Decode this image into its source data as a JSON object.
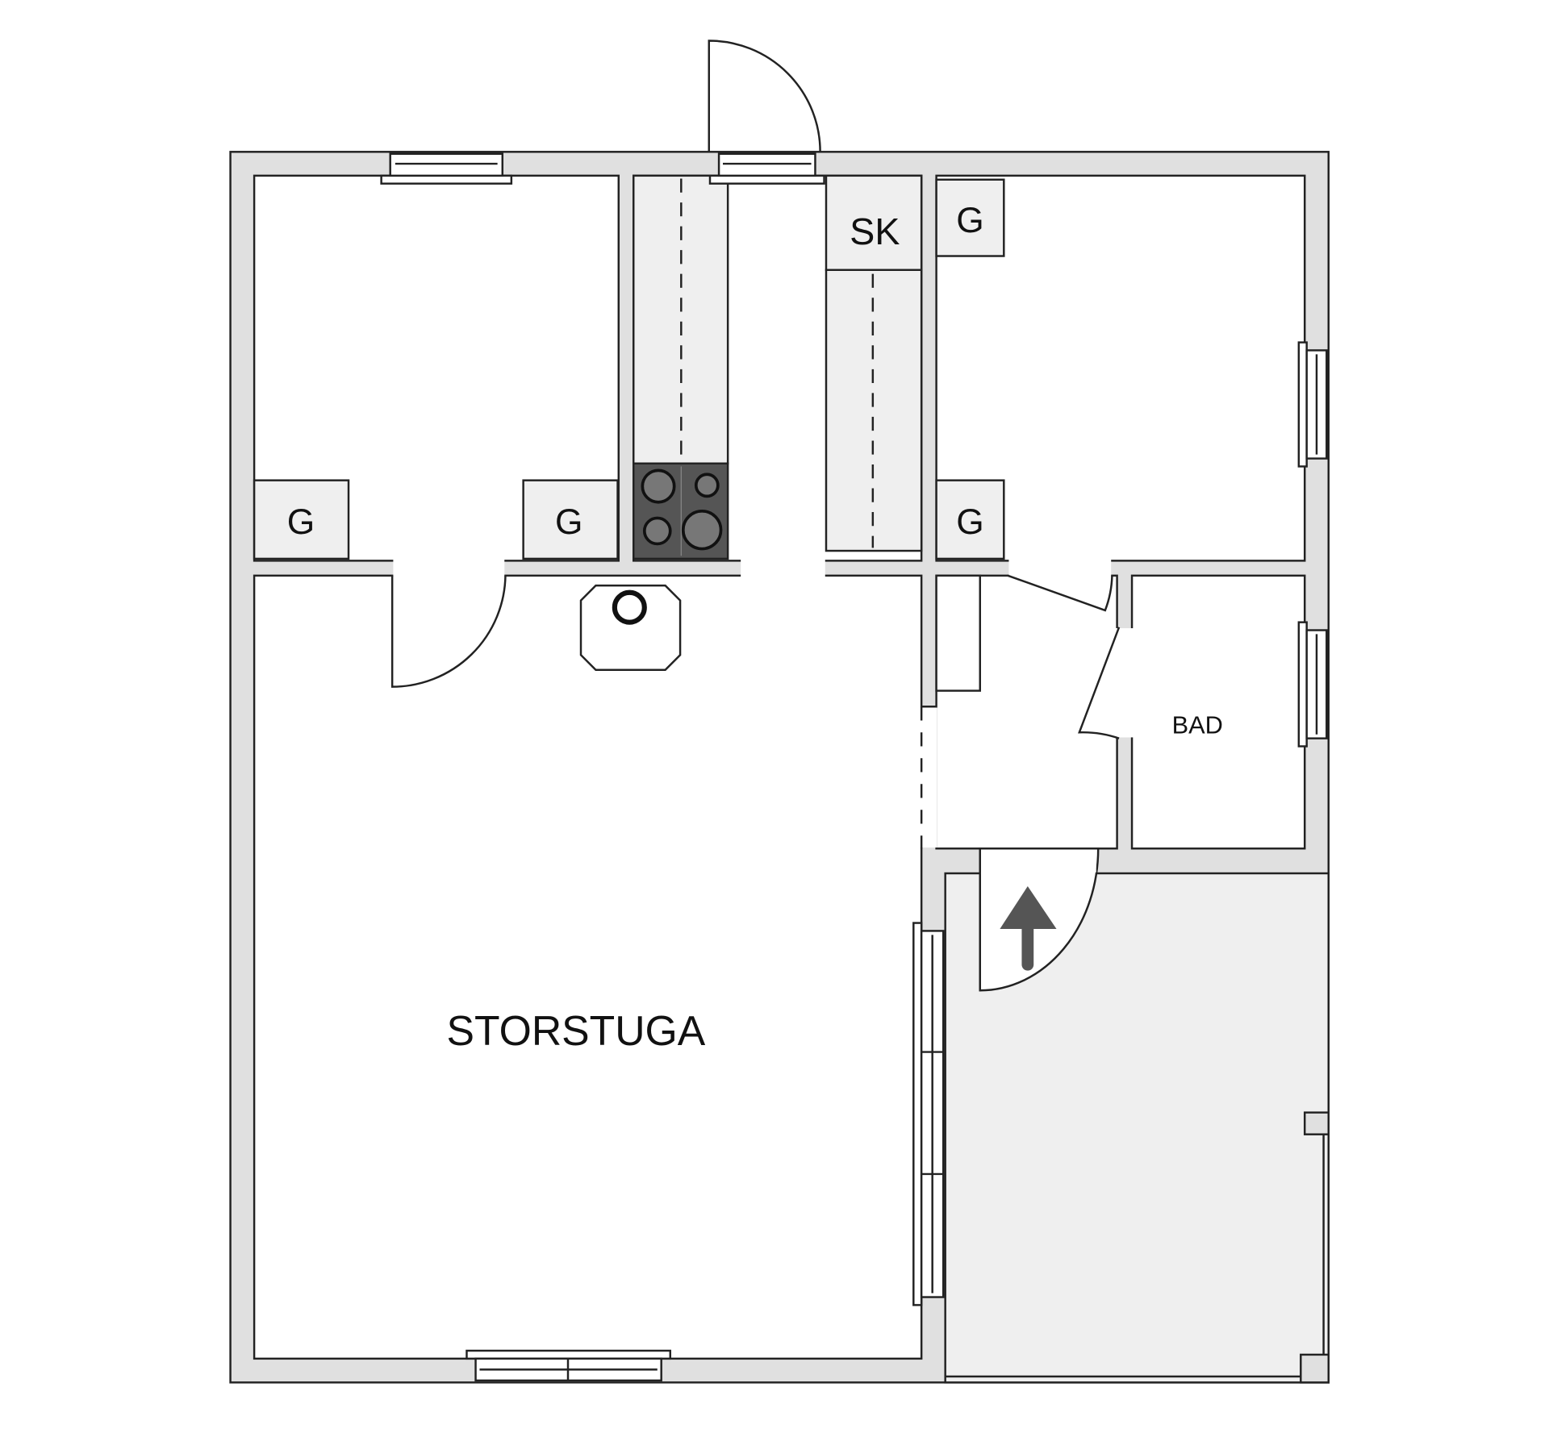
{
  "rooms": {
    "living_room": "STORSTUGA",
    "bathroom": "BAD",
    "closet": "SK",
    "wardrobes": [
      "G",
      "G",
      "G",
      "G"
    ]
  },
  "colors": {
    "wall": "#e0e0e0",
    "porch": "#efefef",
    "stove": "#555555",
    "arrow": "#555555"
  },
  "icons": [
    "stove-icon",
    "fireplace-icon",
    "entrance-arrow-icon"
  ]
}
